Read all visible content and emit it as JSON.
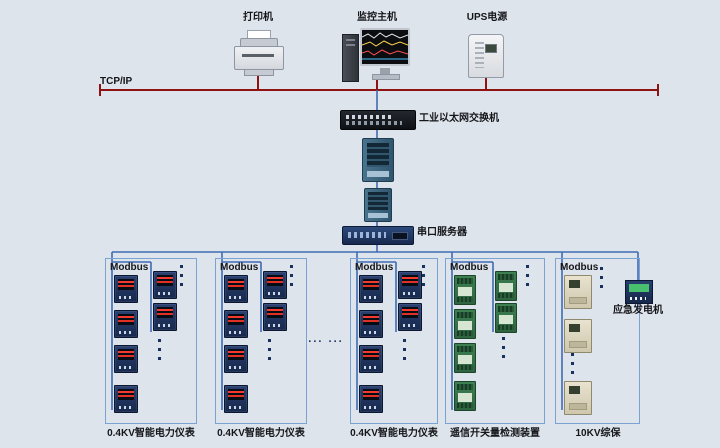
{
  "top_devices": {
    "printer_label": "打印机",
    "host_label": "监控主机",
    "ups_label": "UPS电源"
  },
  "network": {
    "bus_label": "TCP/IP",
    "switch_label": "工业以太网交换机",
    "serial_server_label": "串口服务器"
  },
  "branches": [
    {
      "bus_label": "Modbus",
      "device_label": "0.4KV智能电力仪表"
    },
    {
      "bus_label": "Modbus",
      "device_label": "0.4KV智能电力仪表"
    },
    {
      "bus_label": "Modbus",
      "device_label": "0.4KV智能电力仪表"
    },
    {
      "bus_label": "Modbus",
      "device_label": "遥信开关量检测装置"
    },
    {
      "bus_label": "Modbus",
      "device_label": "10KV综保"
    }
  ],
  "generator": {
    "label": "应急发电机"
  },
  "continuation": {
    "dots": "...  ..."
  },
  "colors": {
    "background": "#dde4eb",
    "tcpip_bus": "#8e1212",
    "modbus_line": "#3f6bb4",
    "branch_border": "#7aa3d4",
    "meter_display_red": "#f23b2e"
  }
}
